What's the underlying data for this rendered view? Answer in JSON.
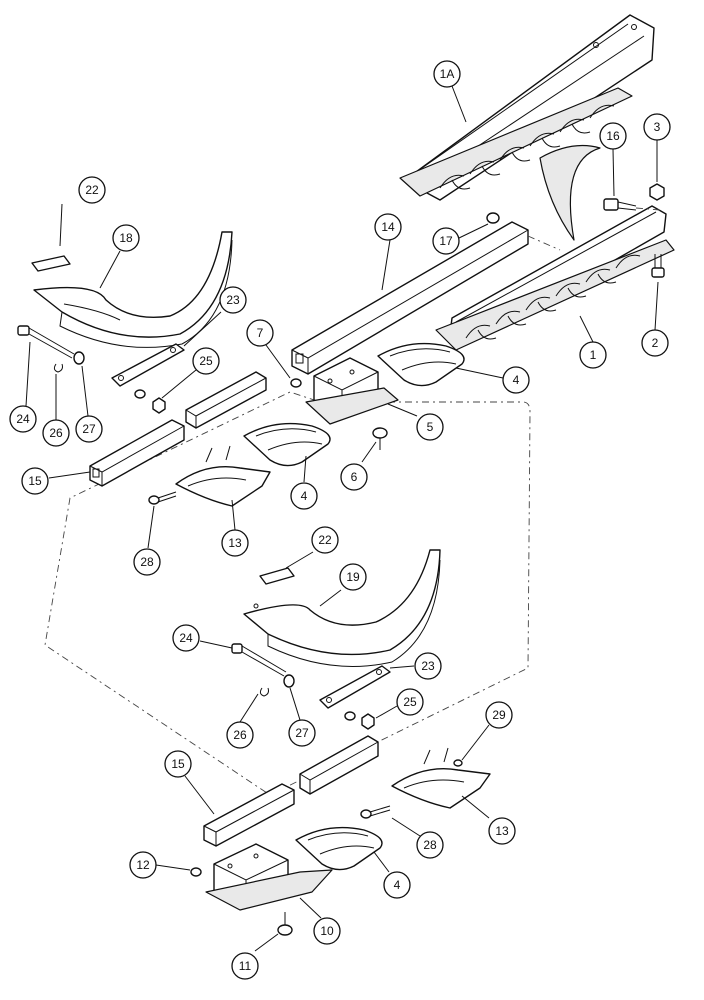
{
  "callouts": [
    {
      "id": "c-1A",
      "label": "1A"
    },
    {
      "id": "c-16",
      "label": "16"
    },
    {
      "id": "c-3",
      "label": "3"
    },
    {
      "id": "c-22a",
      "label": "22"
    },
    {
      "id": "c-18",
      "label": "18"
    },
    {
      "id": "c-14",
      "label": "14"
    },
    {
      "id": "c-17",
      "label": "17"
    },
    {
      "id": "c-23a",
      "label": "23"
    },
    {
      "id": "c-7",
      "label": "7"
    },
    {
      "id": "c-1",
      "label": "1"
    },
    {
      "id": "c-2",
      "label": "2"
    },
    {
      "id": "c-25a",
      "label": "25"
    },
    {
      "id": "c-4a",
      "label": "4"
    },
    {
      "id": "c-24a",
      "label": "24"
    },
    {
      "id": "c-26a",
      "label": "26"
    },
    {
      "id": "c-27a",
      "label": "27"
    },
    {
      "id": "c-5",
      "label": "5"
    },
    {
      "id": "c-6",
      "label": "6"
    },
    {
      "id": "c-15a",
      "label": "15"
    },
    {
      "id": "c-4b",
      "label": "4"
    },
    {
      "id": "c-13a",
      "label": "13"
    },
    {
      "id": "c-28a",
      "label": "28"
    },
    {
      "id": "c-22b",
      "label": "22"
    },
    {
      "id": "c-19",
      "label": "19"
    },
    {
      "id": "c-24b",
      "label": "24"
    },
    {
      "id": "c-23b",
      "label": "23"
    },
    {
      "id": "c-25b",
      "label": "25"
    },
    {
      "id": "c-26b",
      "label": "26"
    },
    {
      "id": "c-27b",
      "label": "27"
    },
    {
      "id": "c-29",
      "label": "29"
    },
    {
      "id": "c-15b",
      "label": "15"
    },
    {
      "id": "c-13b",
      "label": "13"
    },
    {
      "id": "c-28b",
      "label": "28"
    },
    {
      "id": "c-12",
      "label": "12"
    },
    {
      "id": "c-4c",
      "label": "4"
    },
    {
      "id": "c-10",
      "label": "10"
    },
    {
      "id": "c-11",
      "label": "11"
    }
  ]
}
